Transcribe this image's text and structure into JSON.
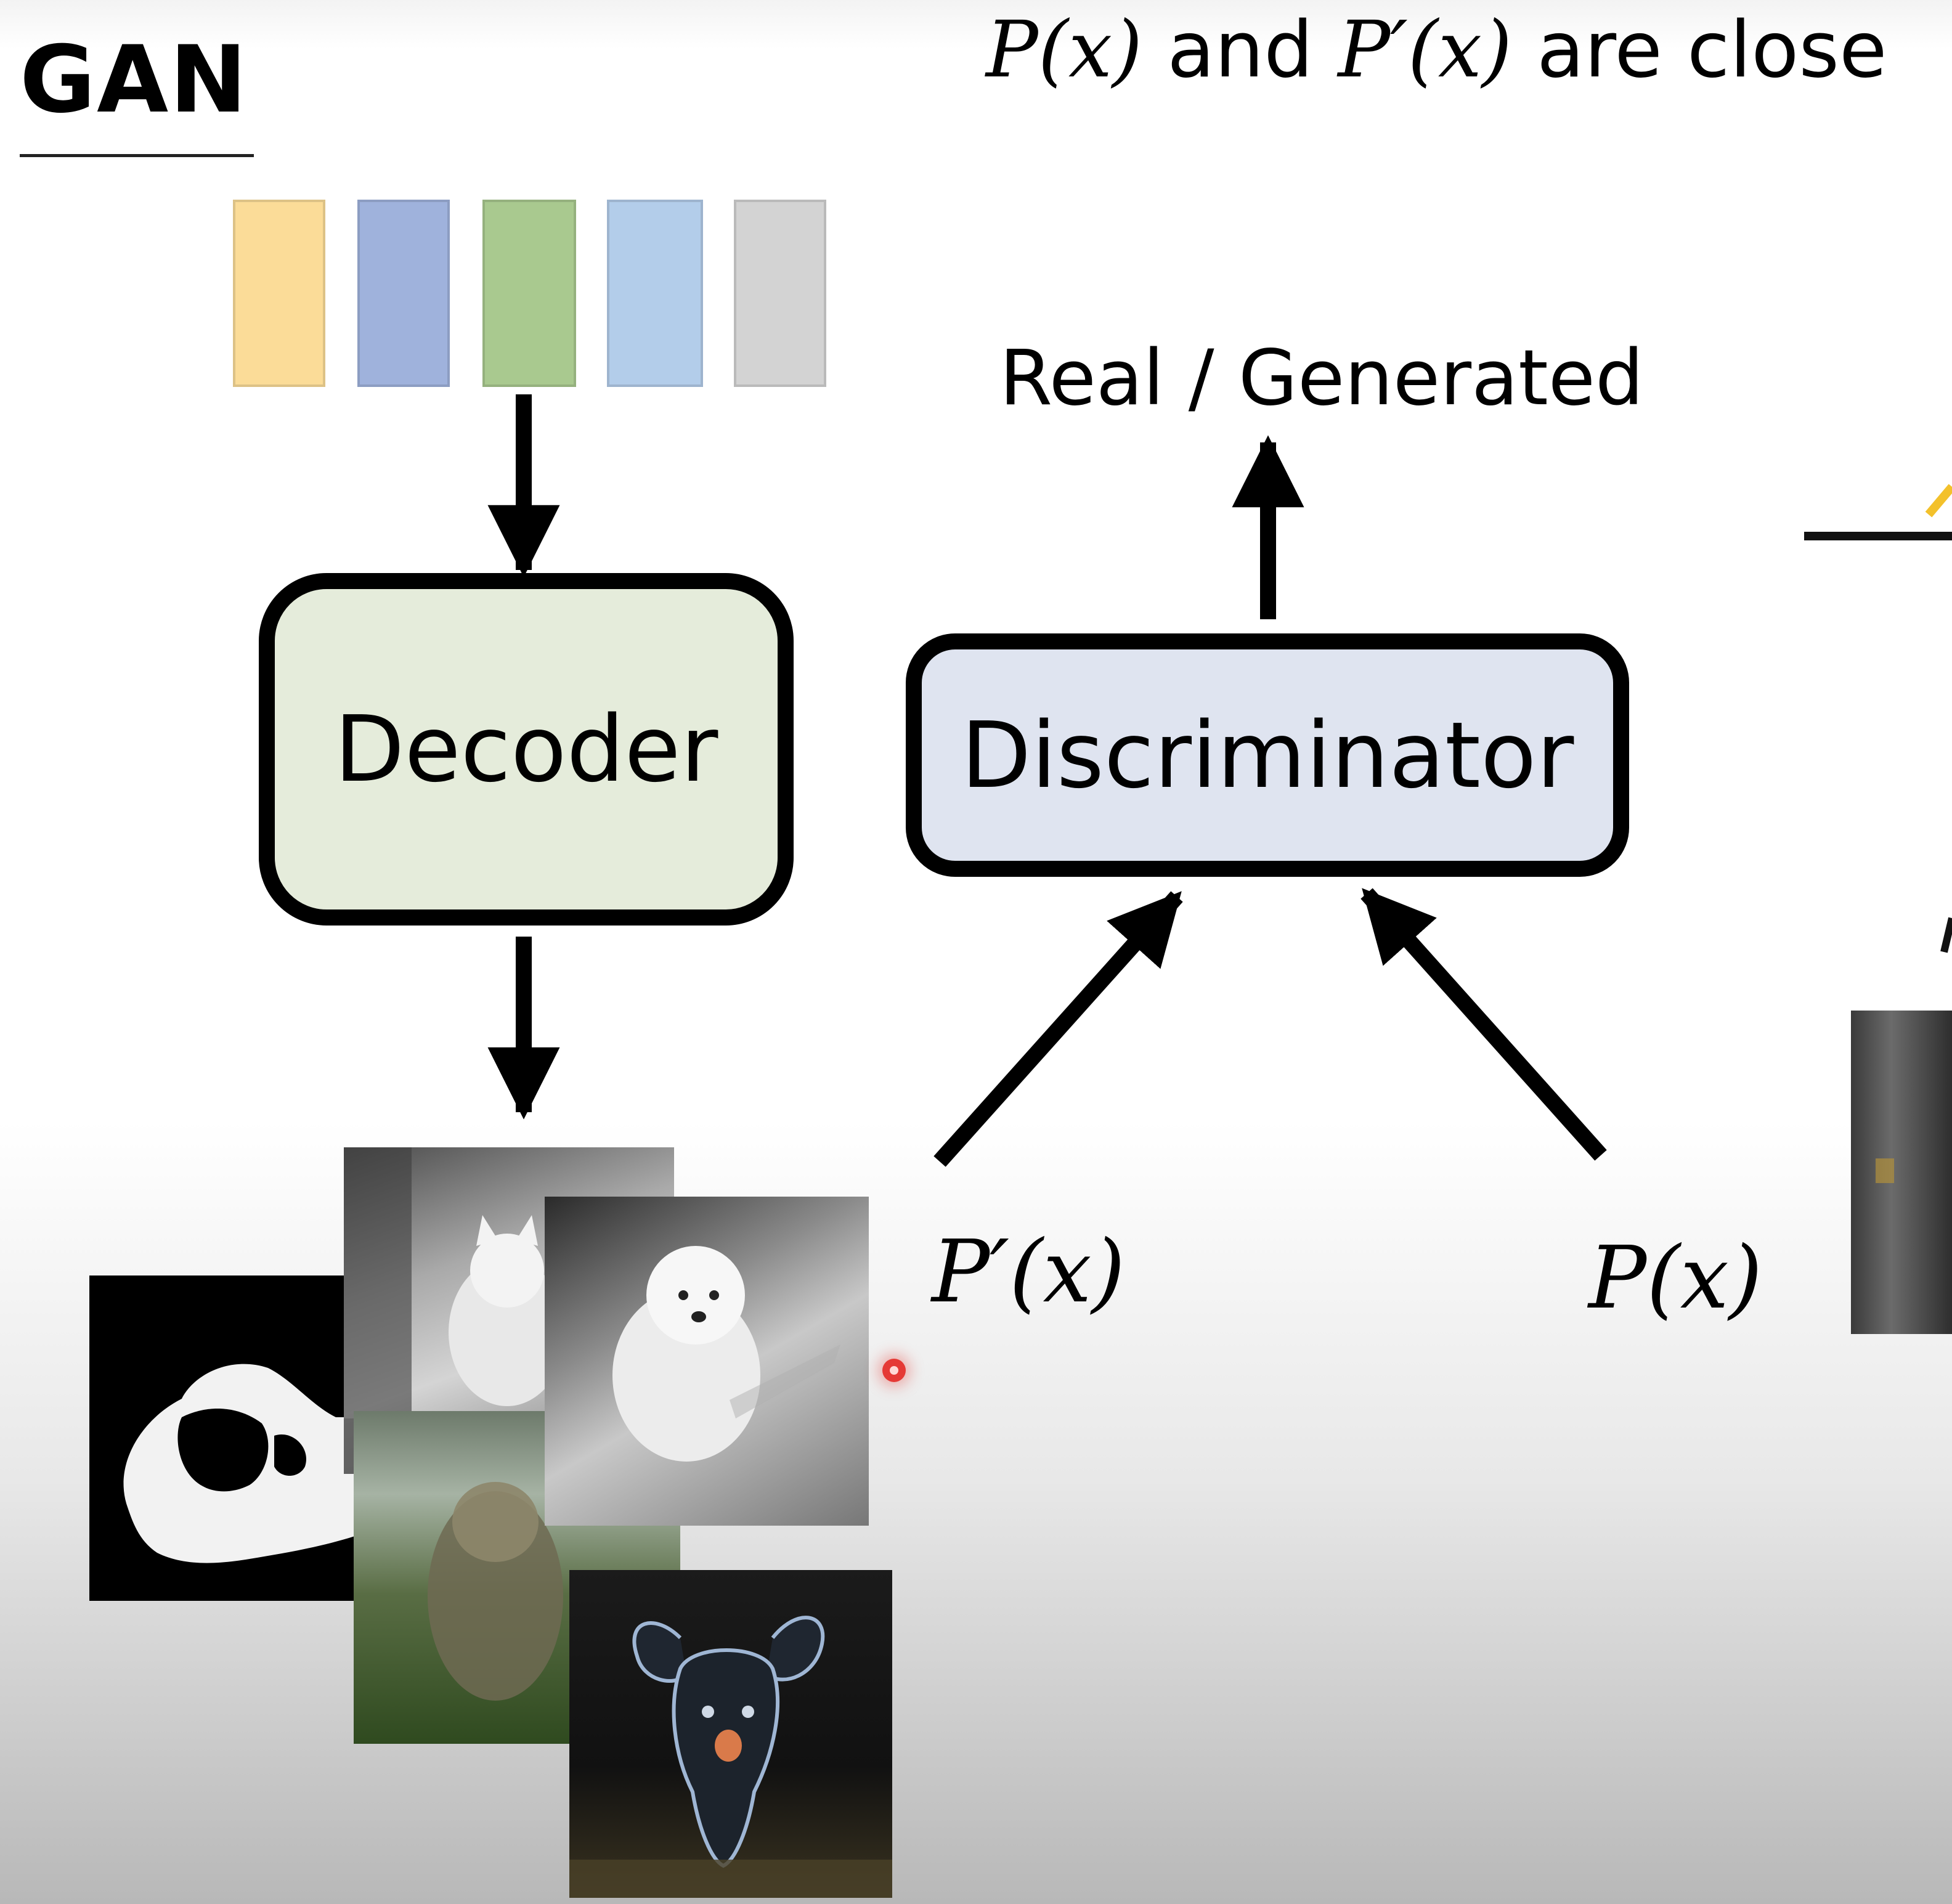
{
  "slide": {
    "title": "GAN",
    "headline": {
      "p1": "P",
      "p1_arg": "(x)",
      "and": " and ",
      "p2": "P′",
      "p2_arg": "(x)",
      "rest": " are close"
    },
    "latent_colors": [
      "#fbdc98",
      "#9fb2dc",
      "#a9c98f",
      "#b3cdea",
      "#d3d3d3"
    ],
    "decoder_label": "Decoder",
    "discriminator_label": "Discriminator",
    "output_label": "Real / Generated",
    "p_prime_label": "P′(x)",
    "p_label": "P(x)"
  }
}
